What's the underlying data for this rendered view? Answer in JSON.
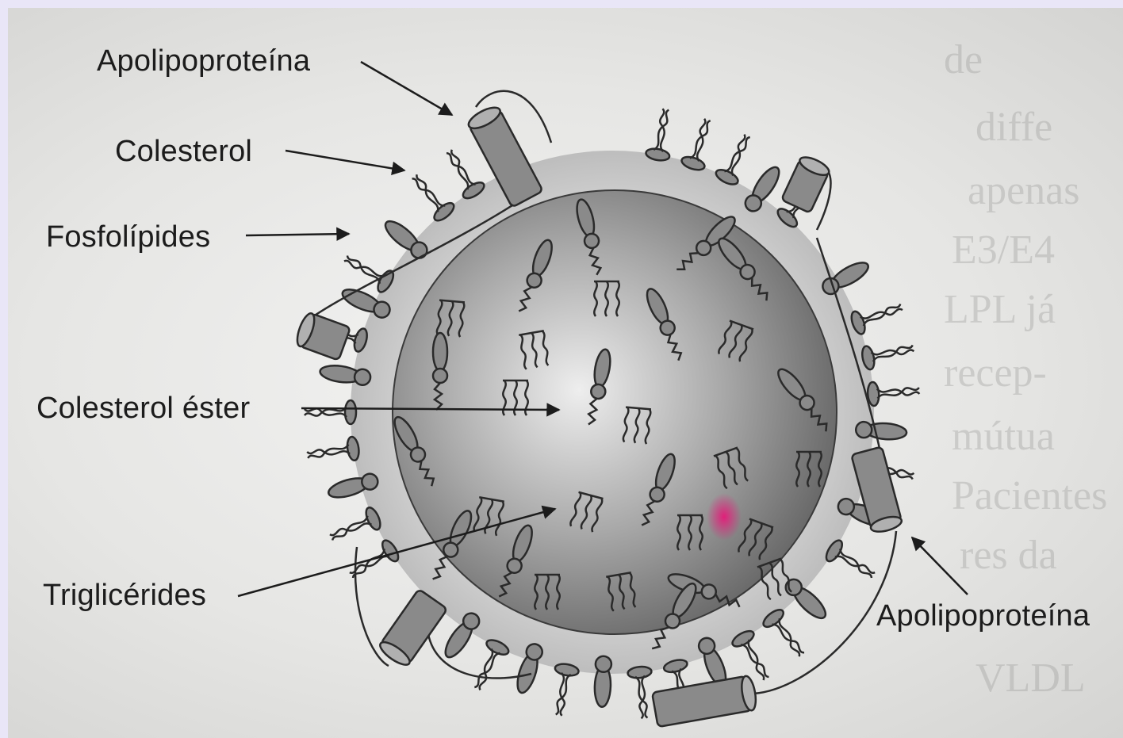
{
  "labels": {
    "apolipoprotein_top": "Apolipoproteína",
    "cholesterol": "Colesterol",
    "phospholipids": "Fosfolípides",
    "cholesterol_ester": "Colesterol éster",
    "triglycerides": "Triglicérides",
    "apolipoprotein_right": "Apolipoproteína"
  },
  "colors": {
    "outer_background": "#e9e6f7",
    "ink": "#1c1c1c",
    "molecule_fill": "#8a8a8a",
    "highlight": "#e0207a"
  }
}
